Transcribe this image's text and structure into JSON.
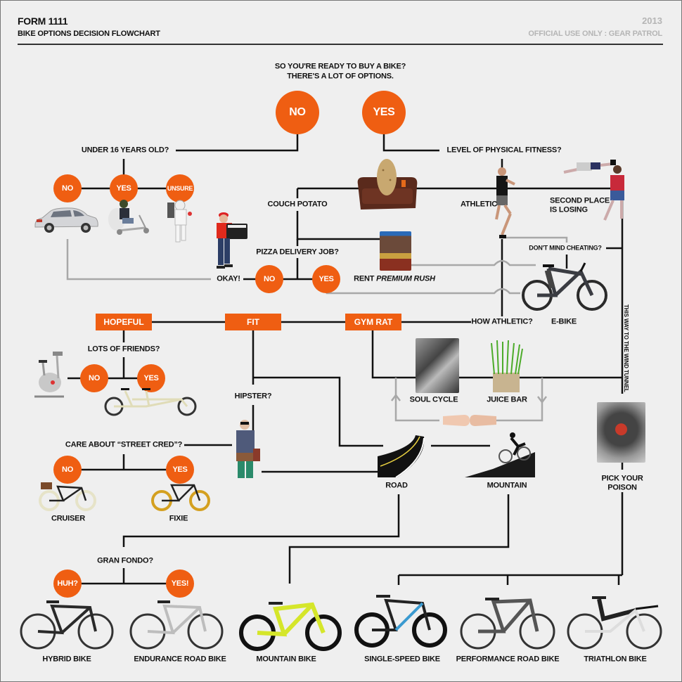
{
  "header": {
    "form": "FORM 1111",
    "subtitle": "BIKE OPTIONS DECISION FLOWCHART",
    "year": "2013",
    "official": "OFFICIAL USE ONLY : GEAR PATROL"
  },
  "colors": {
    "accent": "#ef5e12",
    "line": "#111111",
    "gray_line": "#a8a8a8",
    "background": "#efefef",
    "muted_text": "#b5b5b5"
  },
  "start": {
    "line1": "SO YOU'RE READY TO BUY A BIKE?",
    "line2": "THERE'S A LOT OF OPTIONS."
  },
  "root": {
    "no": "NO",
    "yes": "YES"
  },
  "under16": {
    "question": "UNDER 16 YEARS OLD?",
    "no": "NO",
    "yes": "YES",
    "unsure": "UNSURE",
    "no_image": "car",
    "yes_image": "kid-on-scooter",
    "unsure_image": "astronaut-jetpack"
  },
  "fitness": {
    "question": "LEVEL OF PHYSICAL FITNESS?",
    "couch": "COUCH POTATO",
    "athletic": "ATHLETIC",
    "second_place_1": "SECOND PLACE",
    "second_place_2": "IS LOSING"
  },
  "pizza": {
    "question": "PIZZA DELIVERY JOB?",
    "no": "NO",
    "yes": "YES",
    "okay": "OKAY!",
    "rent_prefix": "RENT ",
    "rent_title": "PREMIUM RUSH"
  },
  "cheating": {
    "question": "DON'T MIND CHEATING?",
    "result": "E-BIKE"
  },
  "how_athletic": {
    "question": "HOW ATHLETIC?",
    "hopeful": "HOPEFUL",
    "fit": "FIT",
    "gym_rat": "GYM RAT"
  },
  "friends": {
    "question": "LOTS OF FRIENDS?",
    "no": "NO",
    "yes": "YES"
  },
  "hipster": {
    "question": "HIPSTER?"
  },
  "street_cred": {
    "question": "CARE ABOUT “STREET CRED”?",
    "no": "NO",
    "yes": "YES",
    "cruiser": "CRUISER",
    "fixie": "FIXIE"
  },
  "gym": {
    "soul_cycle": "SOUL CYCLE",
    "juice_bar": "JUICE BAR"
  },
  "terrain": {
    "road": "ROAD",
    "mountain": "MOUNTAIN"
  },
  "wind_tunnel": {
    "label": "THIS WAY TO THE WIND TUNNEL",
    "pick_1": "PICK YOUR",
    "pick_2": "POISON"
  },
  "gran_fondo": {
    "question": "GRAN FONDO?",
    "huh": "HUH?",
    "yes": "YES!"
  },
  "bikes": [
    {
      "label": "HYBRID BIKE",
      "frame": "#2a2a2a"
    },
    {
      "label": "ENDURANCE ROAD BIKE",
      "frame": "#cfcfcf"
    },
    {
      "label": "MOUNTAIN BIKE",
      "frame": "#d5e62a"
    },
    {
      "label": "SINGLE-SPEED BIKE",
      "frame": "#222222"
    },
    {
      "label": "PERFORMANCE ROAD BIKE",
      "frame": "#555555"
    },
    {
      "label": "TRIATHLON BIKE",
      "frame": "#eeeeee"
    }
  ]
}
